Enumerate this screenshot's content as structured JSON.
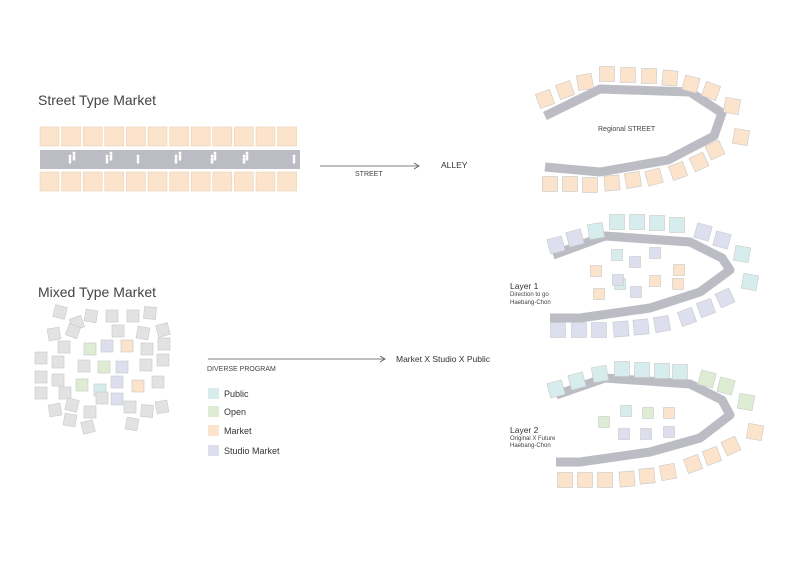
{
  "street_section": {
    "title": "Street Type Market",
    "arrow_label": "STREET",
    "target_label": "ALLEY"
  },
  "mixed_section": {
    "title": "Mixed Type Market",
    "arrow_label": "DIVERSE PROGRAM",
    "target_label": "Market X Studio X Public"
  },
  "regional": {
    "label": "Regional STREET"
  },
  "layer1": {
    "title": "Layer 1",
    "line1": "Direction to go",
    "line2": "Haebang-Chon"
  },
  "layer2": {
    "title": "Layer 2",
    "line1": "Original X Future",
    "line2": "Haebang-Chon"
  },
  "legend": [
    {
      "label": "Public",
      "color": "#d7ecec"
    },
    {
      "label": "Open",
      "color": "#ddecd2"
    },
    {
      "label": "Market",
      "color": "#fbe3cc"
    },
    {
      "label": "Studio Market",
      "color": "#dddfee"
    }
  ],
  "colors": {
    "market": "#fbe3cc",
    "public": "#d7ecec",
    "open": "#ddecd2",
    "studio": "#dddfee",
    "gray": "#e2e2e2",
    "street": "#bcbcc4"
  }
}
